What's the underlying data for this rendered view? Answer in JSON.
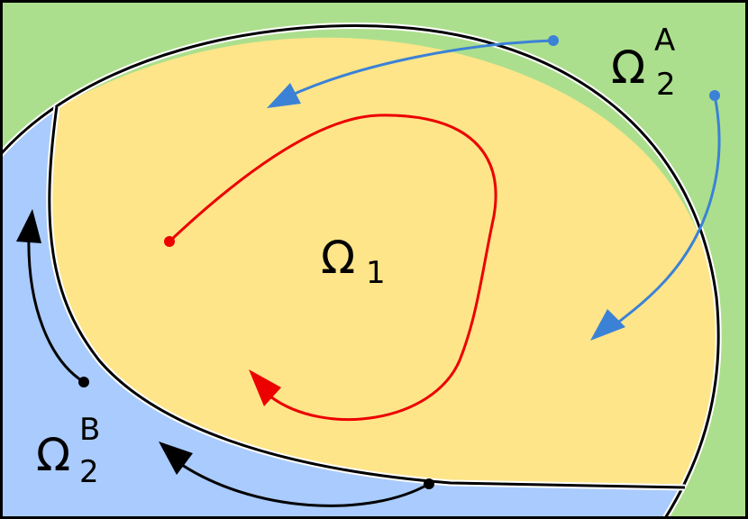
{
  "regions": {
    "omega1": {
      "symbol": "Ω",
      "subscript": "1",
      "fill": "#fee589"
    },
    "omega2a": {
      "symbol": "Ω",
      "subscript": "2",
      "superscript": "A",
      "fill": "#acdf8d"
    },
    "omega2b": {
      "symbol": "Ω",
      "subscript": "2",
      "superscript": "B",
      "fill": "#aacbfd"
    }
  },
  "colors": {
    "boundary": "#000000",
    "trajectory_inside": "#ec0000",
    "trajectory_from_a": "#3b82d6",
    "trajectory_from_b": "#000000"
  },
  "icons": [
    "start-dot",
    "arrowhead"
  ]
}
